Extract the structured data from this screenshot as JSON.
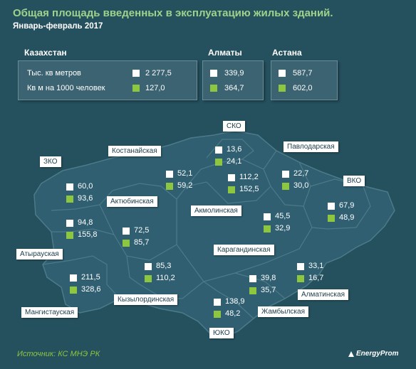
{
  "title": "Общая площадь введенных в эксплуатацию жилых зданий.",
  "subtitle": "Январь-февраль   2017",
  "summary": {
    "kazakhstan": {
      "name": "Казахстан",
      "total": "2 277,5",
      "per1000": "127,0"
    },
    "almaty": {
      "name": "Алматы",
      "total": "339,9",
      "per1000": "364,7"
    },
    "astana": {
      "name": "Астана",
      "total": "587,7",
      "per1000": "602,0"
    },
    "legend": {
      "total": "Тыс. кв метров",
      "per1000": "Кв м на 1000 человек"
    }
  },
  "colors": {
    "background": "#25505e",
    "map": "#2f5f70",
    "total": "#ffffff",
    "per1000": "#8dc63f",
    "title": "#9fd38a"
  },
  "chart_data": {
    "type": "table",
    "series": [
      {
        "name": "Тыс. кв метров",
        "color": "#ffffff"
      },
      {
        "name": "Кв м на 1000 человек",
        "color": "#8dc63f"
      }
    ],
    "regions": [
      {
        "name": "СКО",
        "total": "13,6",
        "per1000": "24,1"
      },
      {
        "name": "Павлодарская",
        "total": "22,7",
        "per1000": "30,0"
      },
      {
        "name": "ЗКО",
        "total": "60,0",
        "per1000": "93,6"
      },
      {
        "name": "Костанайская",
        "total": "52,1",
        "per1000": "59,2"
      },
      {
        "name": "Акмолинская",
        "total": "112,2",
        "per1000": "152,5"
      },
      {
        "name": "ВКО",
        "total": "67,9",
        "per1000": "48,9"
      },
      {
        "name": "Атырауская",
        "total": "94,8",
        "per1000": "155,8"
      },
      {
        "name": "Актюбинская",
        "total": "72,5",
        "per1000": "85,7"
      },
      {
        "name": "Карагандинская",
        "total": "45,5",
        "per1000": "32,9"
      },
      {
        "name": "Мангистауская",
        "total": "211,5",
        "per1000": "328,6"
      },
      {
        "name": "Кызылординская",
        "total": "85,3",
        "per1000": "110,2"
      },
      {
        "name": "Жамбылская",
        "total": "39,8",
        "per1000": "35,7"
      },
      {
        "name": "Алматинская",
        "total": "33,1",
        "per1000": "16,7"
      },
      {
        "name": "ЮКО",
        "total": "138,9",
        "per1000": "48,2"
      }
    ]
  },
  "source": "Источник: КС МНЭ РК",
  "brand": "EnergyProm"
}
